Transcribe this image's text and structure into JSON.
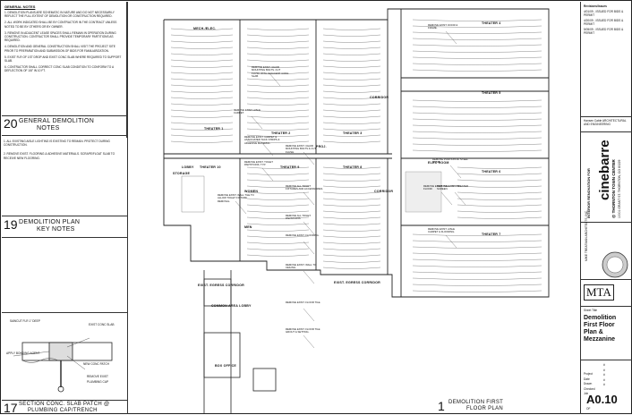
{
  "general_notes": {
    "heading": "GENERAL NOTES",
    "items": [
      "1. DEMOLITION PLANS ARE SCHEMATIC IN NATURE AND DO NOT NECESSARILY REFLECT THE FULL EXTENT OF DEMOLITION OR CONSTRUCTION REQUIRED.",
      "2. ALL WORK INDICATED SHALL BE BY CONTRACTOR IN THE CONTRACT UNLESS NOTED TO BE BY OTHERS OR BY OWNER.",
      "3. REMOVE IN ADJACENT LEASE SPACES SHALL REMAIN IN OPERATION DURING CONSTRUCTION. CONTRACTOR SHALL PROVIDE TEMPORARY PARTITIONS AS REQUIRED.",
      "4. DEMOLITION AND GENERAL CONSTRUCTION SHALL VISIT THE PROJECT SITE PRIOR TO PREPARATION AND SUBMISSION OF BIDS FOR FAMILIARIZATION.",
      "5. EXIST FLR OF 1ST DROP AND EXIST CONC SLAB WHERE REQUIRED TO SUPPORT SLAB.",
      "6. CONTRACTOR SHALL CORRECT CONC SLAB CONDITION TO CONFORM TO A DEFLECTION OF 1/8\" IN 10 FT."
    ]
  },
  "general_demo_title": {
    "number": "20",
    "line1": "GENERAL DEMOLITION",
    "line2": "NOTES"
  },
  "key_notes": {
    "items": [
      "1. ALL EXISTING AISLE LIGHTING IS EXISTING TO REMAIN. PROTECT DURING CONSTRUCTION.",
      "2. REMOVE EXIST. FLOORING & ADHESIVE MATERIALS. SCRAPE/FLOAT SLAB TO RECEIVE NEW FLOORING."
    ]
  },
  "key_notes_title": {
    "number": "19",
    "line1": "DEMOLITION PLAN",
    "line2": "KEY NOTES"
  },
  "section_detail": {
    "labels": [
      "SAWCUT FLR 1\" DEEP",
      "EXIST CONC SLAB",
      "APPLY BONDING AGENT",
      "NEW CONC PATCH",
      "REMOVE EXIST",
      "PLUMBING CAP"
    ],
    "title_number": "17",
    "title_line1": "SECTION CONC. SLAB PATCH @",
    "title_line2": "PLUMBING CAP/TRENCH"
  },
  "plan": {
    "rooms": [
      "THEATER 1",
      "THEATER 2",
      "THEATER 3",
      "THEATER 4",
      "THEATER 5",
      "THEATER 6",
      "THEATER 7",
      "THEATER 8",
      "THEATER 9",
      "THEATER 10",
      "CORRIDOR",
      "CORRIDOR",
      "LOBBY",
      "STORAGE",
      "WOMEN",
      "MEN",
      "ELEC ROOM",
      "MECH./ELEC.",
      "EXIST. EGRESS CORRIDOR",
      "EXIST. EGRESS CORRIDOR",
      "COMMON AREA LOBBY",
      "BOX OFFICE",
      "PROJ."
    ],
    "callouts": [
      "REMOVE EXIST. CHAIR MOUNTING BOLTS. CUT FLUSH WITH ADJACENT CONC SLAB.",
      "REMOVE EXIST. AISLE CARPET.",
      "REMOVE EXIST. CARPET & ASSOCIATED TACK STRIPS & ADHESIVE MATERIAL.",
      "REMOVE EXIST. CHAIR MOUNTING BOLTS & CUT FLUSH.",
      "REMOVE ALL TOILET FIXTURES AND ACCESSORIES.",
      "REMOVE ALL TOILET PARTITIONS.",
      "REMOVE EXIST. TOILET PARTITIONS. TYP.",
      "REMOVE EXIST. FLOORING.",
      "REMOVE EXIST. WALL TO CEILING.",
      "REMOVE EXIST. DOOR & FRAME.",
      "REMOVE PORTION OF STEEL STAIR.",
      "REMOVE EXIST. THEATER SCREEN.",
      "REMOVE EXIST. WALL ON 1ST FLOOR.",
      "REMOVE EXIST. AISLE CARPET & FLOORING.",
      "REMOVE EXIST. FLOOR TILE.",
      "REMOVE EXIST. WALL TILE TO ALLOW TOILET FIXTURE REMOVAL.",
      "REMOVE EXIST. FLOOR TILE GROUT & SETTING."
    ]
  },
  "plan_title": {
    "number": "1",
    "line1": "DEMOLITION FIRST",
    "line2": "FLOOR PLAN"
  },
  "title_block": {
    "revisions_heading": "Revisions/Issues",
    "revisions": [
      "4/01/09 - ISSUED FOR BIDS & PERMIT",
      "4/20/09 - ISSUED FOR BIDS & PERMIT",
      "5/05/09 - ISSUED FOR BIDS & PERMIT"
    ],
    "consultant": "Hansen Cable ARCHITECTURAL AND ENGINEERING",
    "project_name": "cinebarre",
    "project_sub": "INTERIOR RENOVATION FOR",
    "project_location": "@ THORNTON TOWN CENTER",
    "project_address": "10001 GRANT ST. THORNTON, CO 80229",
    "firm_name": "MIKE TREATMAN ARCHITECTS, INC.",
    "firm_logo": "MTA",
    "sheet_title_label": "Sheet Title",
    "sheet_title": [
      "Demolition",
      "First Floor",
      "Plan &",
      "Mezzanine"
    ],
    "fields": [
      {
        "label": "Project",
        "value": "#"
      },
      {
        "label": "Date",
        "value": "#"
      },
      {
        "label": "Drawn",
        "value": "#"
      },
      {
        "label": "Checked",
        "value": "#"
      },
      {
        "label": "Job",
        "value": "#"
      }
    ],
    "sheet_number": "A0.10",
    "sheet_of": "OF"
  }
}
